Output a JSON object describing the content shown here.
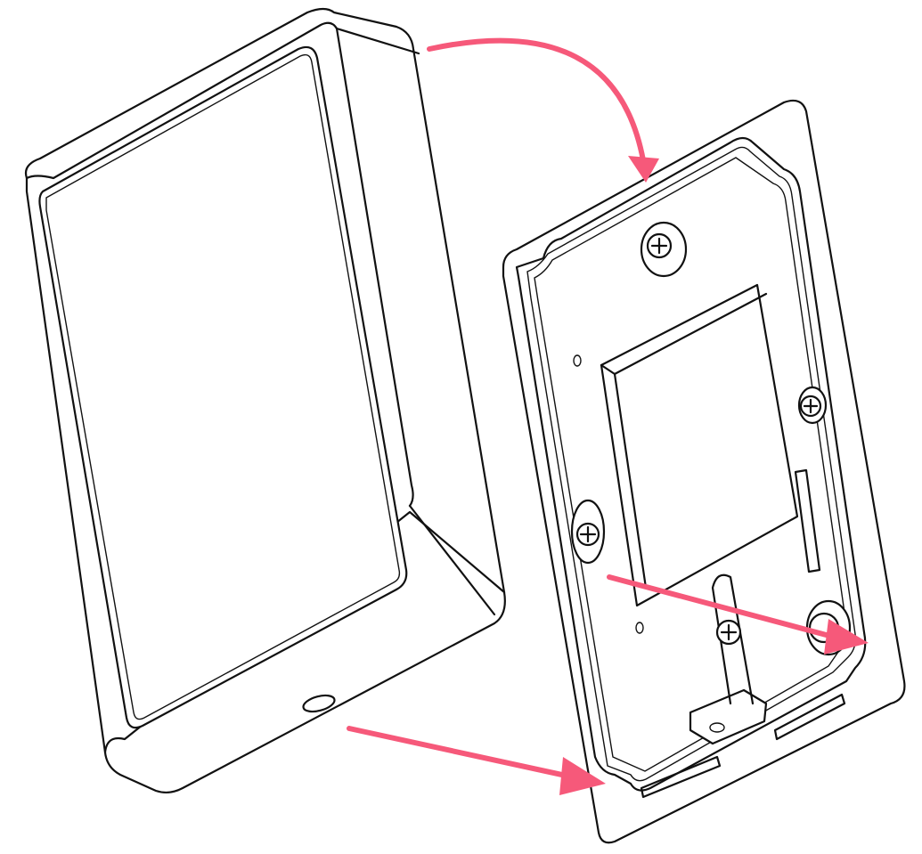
{
  "diagram": {
    "colors": {
      "arrow": "#f6597a",
      "line": "#111111",
      "background": "#ffffff"
    },
    "parts": [
      "front-cover",
      "back-plate",
      "mounting-screws",
      "arrows"
    ]
  }
}
